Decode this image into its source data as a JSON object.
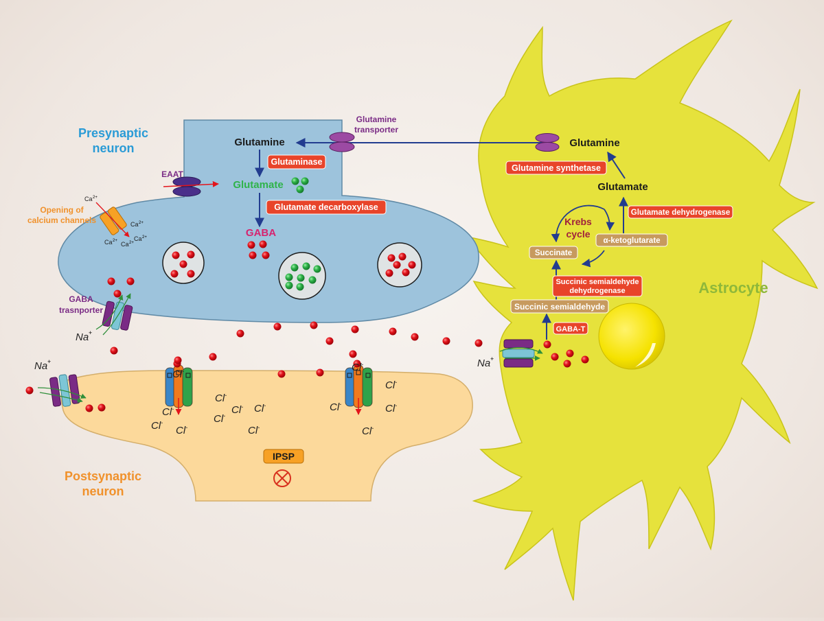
{
  "colors": {
    "presynaptic": "#9dc3dc",
    "postsynaptic": "#fcd99b",
    "astrocyte": "#e6e23c",
    "enzyme_red": "#e8442a",
    "enzyme_tan": "#c79a5e",
    "arrow_blue": "#223c8f",
    "gaba_red": "#e3141b",
    "glutamate_green": "#2fb34a",
    "purple": "#7a2b85",
    "cyan_label": "#2a9bd6",
    "orange_label": "#f0912b",
    "green_label": "#8fb83a"
  },
  "cells": {
    "presynaptic_line1": "Presynaptic",
    "presynaptic_line2": "neuron",
    "postsynaptic_line1": "Postsynaptic",
    "postsynaptic_line2": "neuron",
    "astrocyte": "Astrocyte"
  },
  "pre": {
    "glutamine": "Glutamine",
    "glutaminase": "Glutaminase",
    "glutamate": "Glutamate",
    "gad": "Glutamate decarboxylase",
    "gaba": "GABA",
    "eaat": "EAAT",
    "calcium_line1": "Opening of",
    "calcium_line2": "calcium channels",
    "ca_ion": "Ca",
    "ca_charge": "2+",
    "gaba_transporter_line1": "GABA",
    "gaba_transporter_line2": "trasnporter",
    "na_ion": "Na",
    "na_charge": "+"
  },
  "transport": {
    "line1": "Glutamine",
    "line2": "transporter"
  },
  "astro": {
    "glutamine": "Glutamine",
    "glutamine_synthetase": "Glutamine synthetase",
    "glutamate": "Glutamate",
    "glutamate_dehydrogenase": "Glutamate dehydrogenase",
    "krebs_line1": "Krebs",
    "krebs_line2": "cycle",
    "alpha_kg": "α-ketoglutarate",
    "succinate": "Succinate",
    "ssadh_line1": "Succinic semialdehyde",
    "ssadh_line2": "dehydrogenase",
    "ssa": "Succinic semialdehyde",
    "gaba_t": "GABA-T",
    "na_ion": "Na",
    "na_charge": "+"
  },
  "post": {
    "cl_ion": "Cl",
    "cl_charge": "-",
    "ipsp": "IPSP",
    "na_ion": "Na",
    "na_charge": "+"
  }
}
